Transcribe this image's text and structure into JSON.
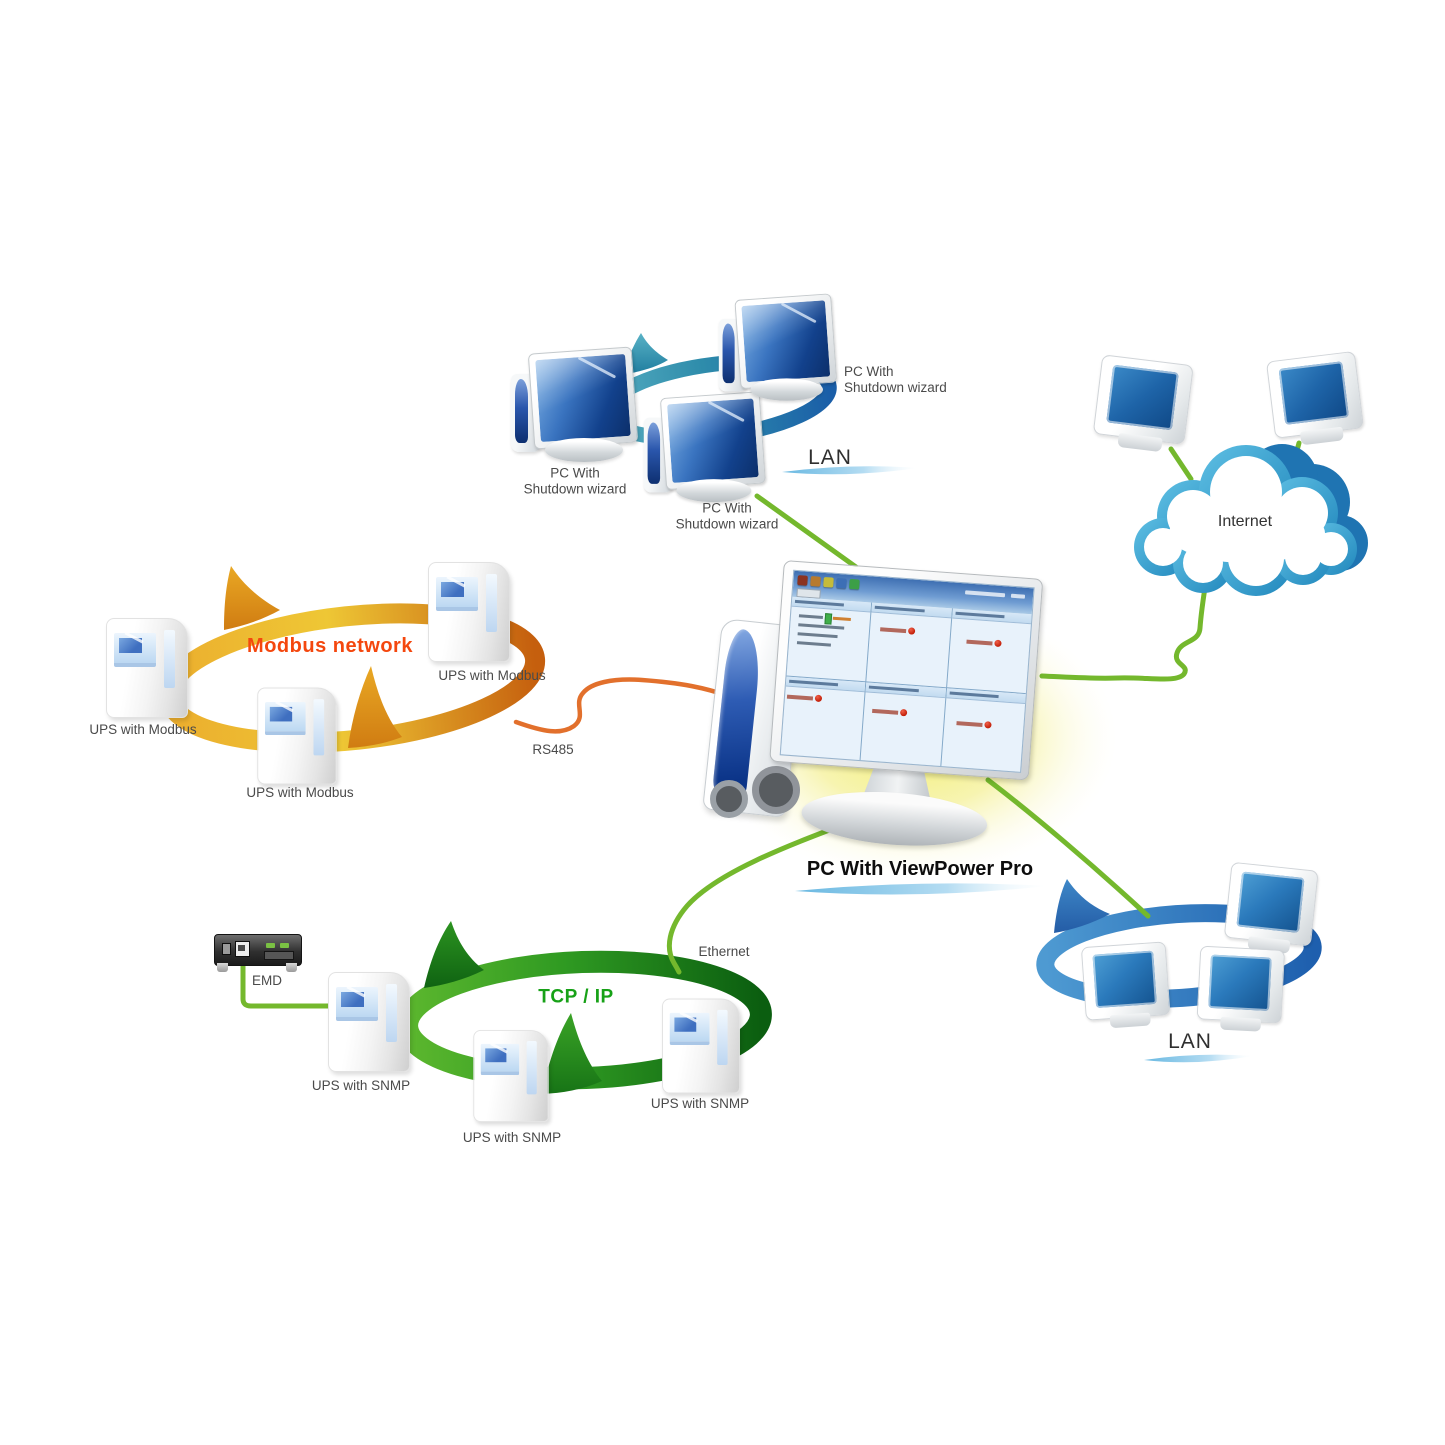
{
  "top_lan": {
    "label": "LAN",
    "pc1_label": "PC With\nShutdown wizard",
    "pc2_label": "PC With\nShutdown wizard",
    "pc3_label": "PC With\nShutdown wizard"
  },
  "internet": {
    "label": "Internet"
  },
  "modbus": {
    "title": "Modbus network",
    "ups1_label": "UPS with Modbus",
    "ups2_label": "UPS with Modbus",
    "ups3_label": "UPS with Modbus",
    "cable_label": "RS485"
  },
  "center_pc": {
    "label": "PC With ViewPower Pro"
  },
  "tcpip": {
    "title": "TCP / IP",
    "cable_label": "Ethernet",
    "emd_label": "EMD",
    "ups1_label": "UPS with SNMP",
    "ups2_label": "UPS with SNMP",
    "ups3_label": "UPS with SNMP"
  },
  "bottom_lan": {
    "label": "LAN"
  },
  "colors": {
    "top_lan_ring": "#3f9ab5",
    "modbus_ring": "#dd8b1b",
    "modbus_title": "#f4470e",
    "tcp_ring": "#2c9421",
    "tcp_title": "#17a117",
    "bottom_lan_ring": "#2f6fb5",
    "connection_green": "#74b82d",
    "connection_orange": "#e2702c",
    "glow_yellow": "#f2ee67"
  }
}
